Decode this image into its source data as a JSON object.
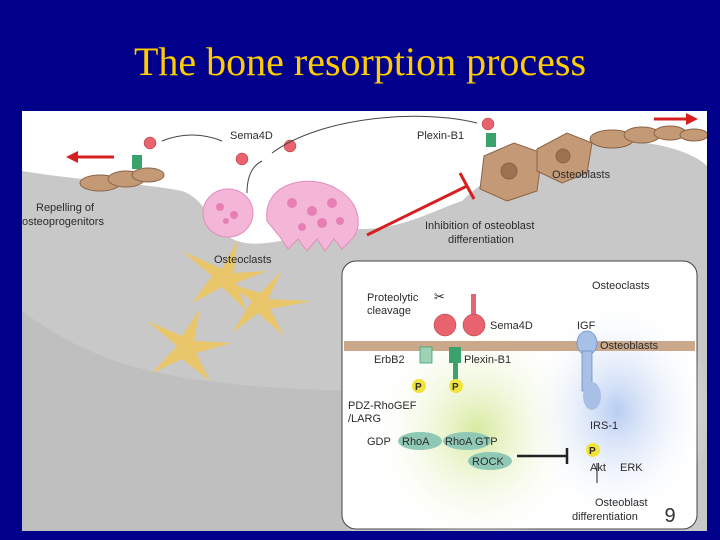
{
  "slide": {
    "title": "The bone resorption process",
    "page_number": "9"
  },
  "diagram": {
    "labels": {
      "sema4d_top": "Sema4D",
      "plexin_top": "Plexin-B1",
      "osteoblasts_top": "Osteoblasts",
      "repelling_1": "Repelling of",
      "repelling_2": "osteoprogenitors",
      "osteoclasts_main": "Osteoclasts",
      "inhibition_1": "Inhibition of osteoblast",
      "inhibition_2": "differentiation",
      "inset_osteoclasts": "Osteoclasts",
      "proteolytic_1": "Proteolytic",
      "proteolytic_2": "cleavage",
      "sema4d_inset": "Sema4D",
      "igf": "IGF",
      "inset_osteoblasts": "Osteoblasts",
      "erbb2": "ErbB2",
      "plexin_inset": "Plexin-B1",
      "p1": "P",
      "p2": "P",
      "pdz_1": "PDZ-RhoGEF",
      "pdz_2": "/LARG",
      "irs1": "IRS-1",
      "gdp": "GDP",
      "rhoa1": "RhoA",
      "rhoa2": "RhoA GTP",
      "rock": "ROCK",
      "p3": "P",
      "akt": "Akt",
      "erk": "ERK",
      "ob_diff_1": "Osteoblast",
      "ob_diff_2": "differentiation",
      "scissors": "✂"
    },
    "colors": {
      "bone": "#c8c8c8",
      "osteoclast": "#f3b6d6",
      "osteoclast_spots": "#e77fb5",
      "osteoblast_cell": "#c49a76",
      "sema4d_ball": "#e8636e",
      "plexin": "#3aa36d",
      "arrow_red": "#d62020",
      "osteocyte": "#f0c55a",
      "membrane": "#c9a88c",
      "green_zone": "#dbeab0",
      "blue_zone": "#c7d6f2",
      "phospho": "#f2e33b"
    }
  }
}
